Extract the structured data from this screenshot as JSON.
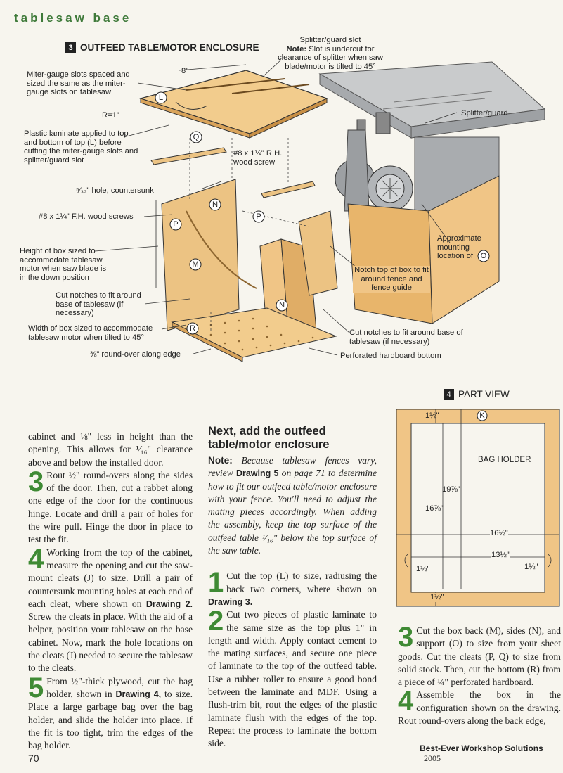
{
  "header": {
    "running_head": "tablesaw base"
  },
  "figure3": {
    "num": "3",
    "title": "OUTFEED TABLE/MOTOR ENCLOSURE",
    "labels": {
      "splitter_slot_1": "Splitter/guard slot",
      "splitter_slot_note": "Note:",
      "splitter_slot_2": "Slot is undercut for clearance of splitter when saw blade/motor is tilted to 45°",
      "miter": "Miter-gauge slots spaced and sized the same as the miter-gauge slots on tablesaw",
      "dim_8": "8\"",
      "radius": "R=1\"",
      "laminate": "Plastic laminate applied to top and bottom of top",
      "laminate_2": "before cutting the miter-gauge slots and splitter/guard slot",
      "rh_screw": "#8 x 1¼\" R.H. wood screw",
      "splitter_guard": "Splitter/guard",
      "hole": "⁵⁄₃₂\" hole, countersunk",
      "fh_screws": "#8 x 1¼\" F.H. wood screws",
      "height_box": "Height of box sized to accommodate tablesaw motor when saw blade is in the down position",
      "approx": "Approximate mounting location of",
      "notch_top": "Notch top of box to fit around fence and fence guide",
      "cut_notches_l": "Cut notches to fit around base of tablesaw (if necessary)",
      "width_box": "Width of box sized to accommodate tablesaw motor when tilted to 45°",
      "cut_notches_r": "Cut notches to fit around base of tablesaw (if necessary)",
      "roundover": "⅜\" round-over along edge",
      "hardboard": "Perforated hardboard bottom"
    },
    "parts": {
      "L": "L",
      "Q": "Q",
      "N": "N",
      "P": "P",
      "M": "M",
      "R": "R",
      "O": "O"
    }
  },
  "figure4": {
    "num": "4",
    "title": "PART VIEW",
    "part": "K",
    "name": "BAG HOLDER",
    "dims": {
      "top": "1½\"",
      "overall_h": "19⅞\"",
      "inner_h": "16⅞\"",
      "overall_w": "16½\"",
      "inner_w": "13½\"",
      "left": "1½\"",
      "right": "1½\"",
      "bottom": "1½\""
    }
  },
  "col1": {
    "p0": "cabinet and ⅛\" less in height than the opening. This allows for ¹⁄₁₆\" clearance above and below the installed door.",
    "s3_num": "3",
    "s3": "Rout ½\" round-overs along the sides of the door. Then, cut a rabbet along one edge of the door for the continuous hinge. Locate and drill a pair of holes for the wire pull. Hinge the door in place to test the fit.",
    "s4_num": "4",
    "s4a": "Working from the top of the cabinet, measure the opening and cut the saw-mount cleats (J) to size. Drill a pair of countersunk mounting holes at each end of each cleat, where shown on",
    "s4_ref": "Drawing 2.",
    "s4b": "Screw the cleats in place. With the aid of a helper, position your tablesaw on the base cabinet. Now, mark the hole locations on the cleats (J) needed to secure the tablesaw to the cleats.",
    "s5_num": "5",
    "s5a": "From ½\"-thick plywood, cut the bag holder, shown in",
    "s5_ref": "Drawing 4,",
    "s5b": "to size. Place a large garbage bag over the bag holder, and slide the holder into place. If the fit is too tight, trim the edges of the bag holder."
  },
  "col2": {
    "title": "Next, add the outfeed table/motor enclosure",
    "note_lbl": "Note:",
    "note_a": "Because tablesaw fences vary, review",
    "note_ref": "Drawing 5",
    "note_b": "on page 71 to determine how to fit our outfeed table/motor enclosure with your fence. You'll need to adjust the mating pieces accordingly. When adding the assembly, keep the top surface of the outfeed table ¹⁄₁₆\" below the top surface of the saw table.",
    "s1_num": "1",
    "s1a": "Cut the top (L) to size, radiusing the back two corners, where shown on",
    "s1_ref": "Drawing 3.",
    "s2_num": "2",
    "s2": "Cut two pieces of plastic laminate to the same size as the top plus 1\" in length and width. Apply contact cement to the mating surfaces, and secure one piece of laminate to the top of the outfeed table. Use a rubber roller to ensure a good bond between the laminate and MDF. Using a flush-trim bit, rout the edges of the plastic laminate flush with the edges of the top. Repeat the process to laminate the bottom side."
  },
  "col3": {
    "s3_num": "3",
    "s3": "Cut the box back (M), sides (N), and support (O) to size from your sheet goods. Cut the cleats (P, Q) to size from solid stock. Then, cut the bottom (R) from a piece of ¼\" perforated hardboard.",
    "s4_num": "4",
    "s4": "Assemble the box in the configuration shown on the drawing. Rout round-overs along the back edge,"
  },
  "footer": {
    "page": "70",
    "book": "Best-Ever Workshop Solutions",
    "year": "2005"
  },
  "colors": {
    "wood": "#ecc383",
    "wood_dark": "#d9a35a",
    "green": "#3f8a34",
    "steel": "#b9bcbf"
  }
}
